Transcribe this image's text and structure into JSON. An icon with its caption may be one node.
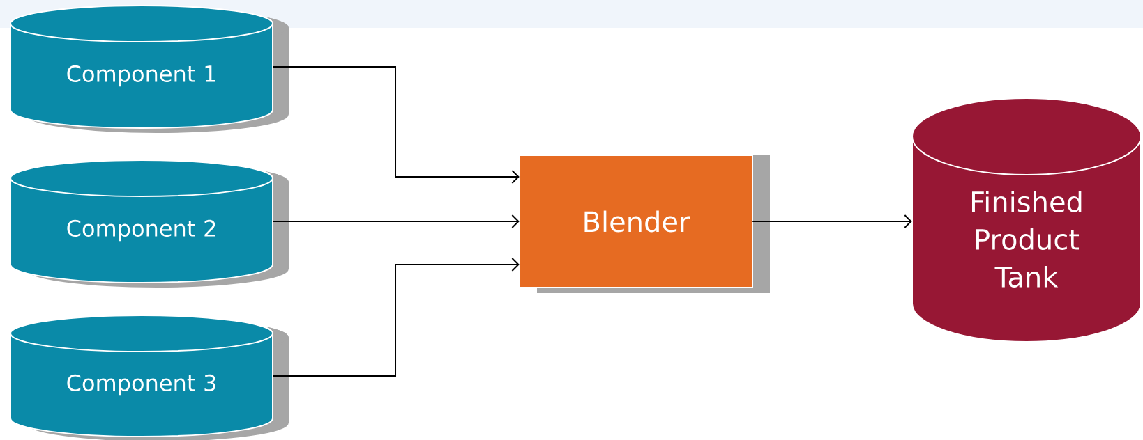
{
  "diagram": {
    "nodes": [
      {
        "text": [
          "Component 1"
        ]
      },
      {
        "text": [
          "Component 2"
        ]
      },
      {
        "text": [
          "Component 3"
        ]
      },
      {
        "text": [
          "Blender"
        ]
      },
      {
        "text": [
          "Finished Product Tank"
        ]
      }
    ],
    "edges": [
      {
        "from": 0,
        "to": 3,
        "arrow": "to"
      },
      {
        "from": 1,
        "to": 3,
        "arrow": "to"
      },
      {
        "from": 2,
        "to": 3,
        "arrow": "to"
      },
      {
        "from": 3,
        "to": 4,
        "arrow": "to"
      }
    ]
  }
}
